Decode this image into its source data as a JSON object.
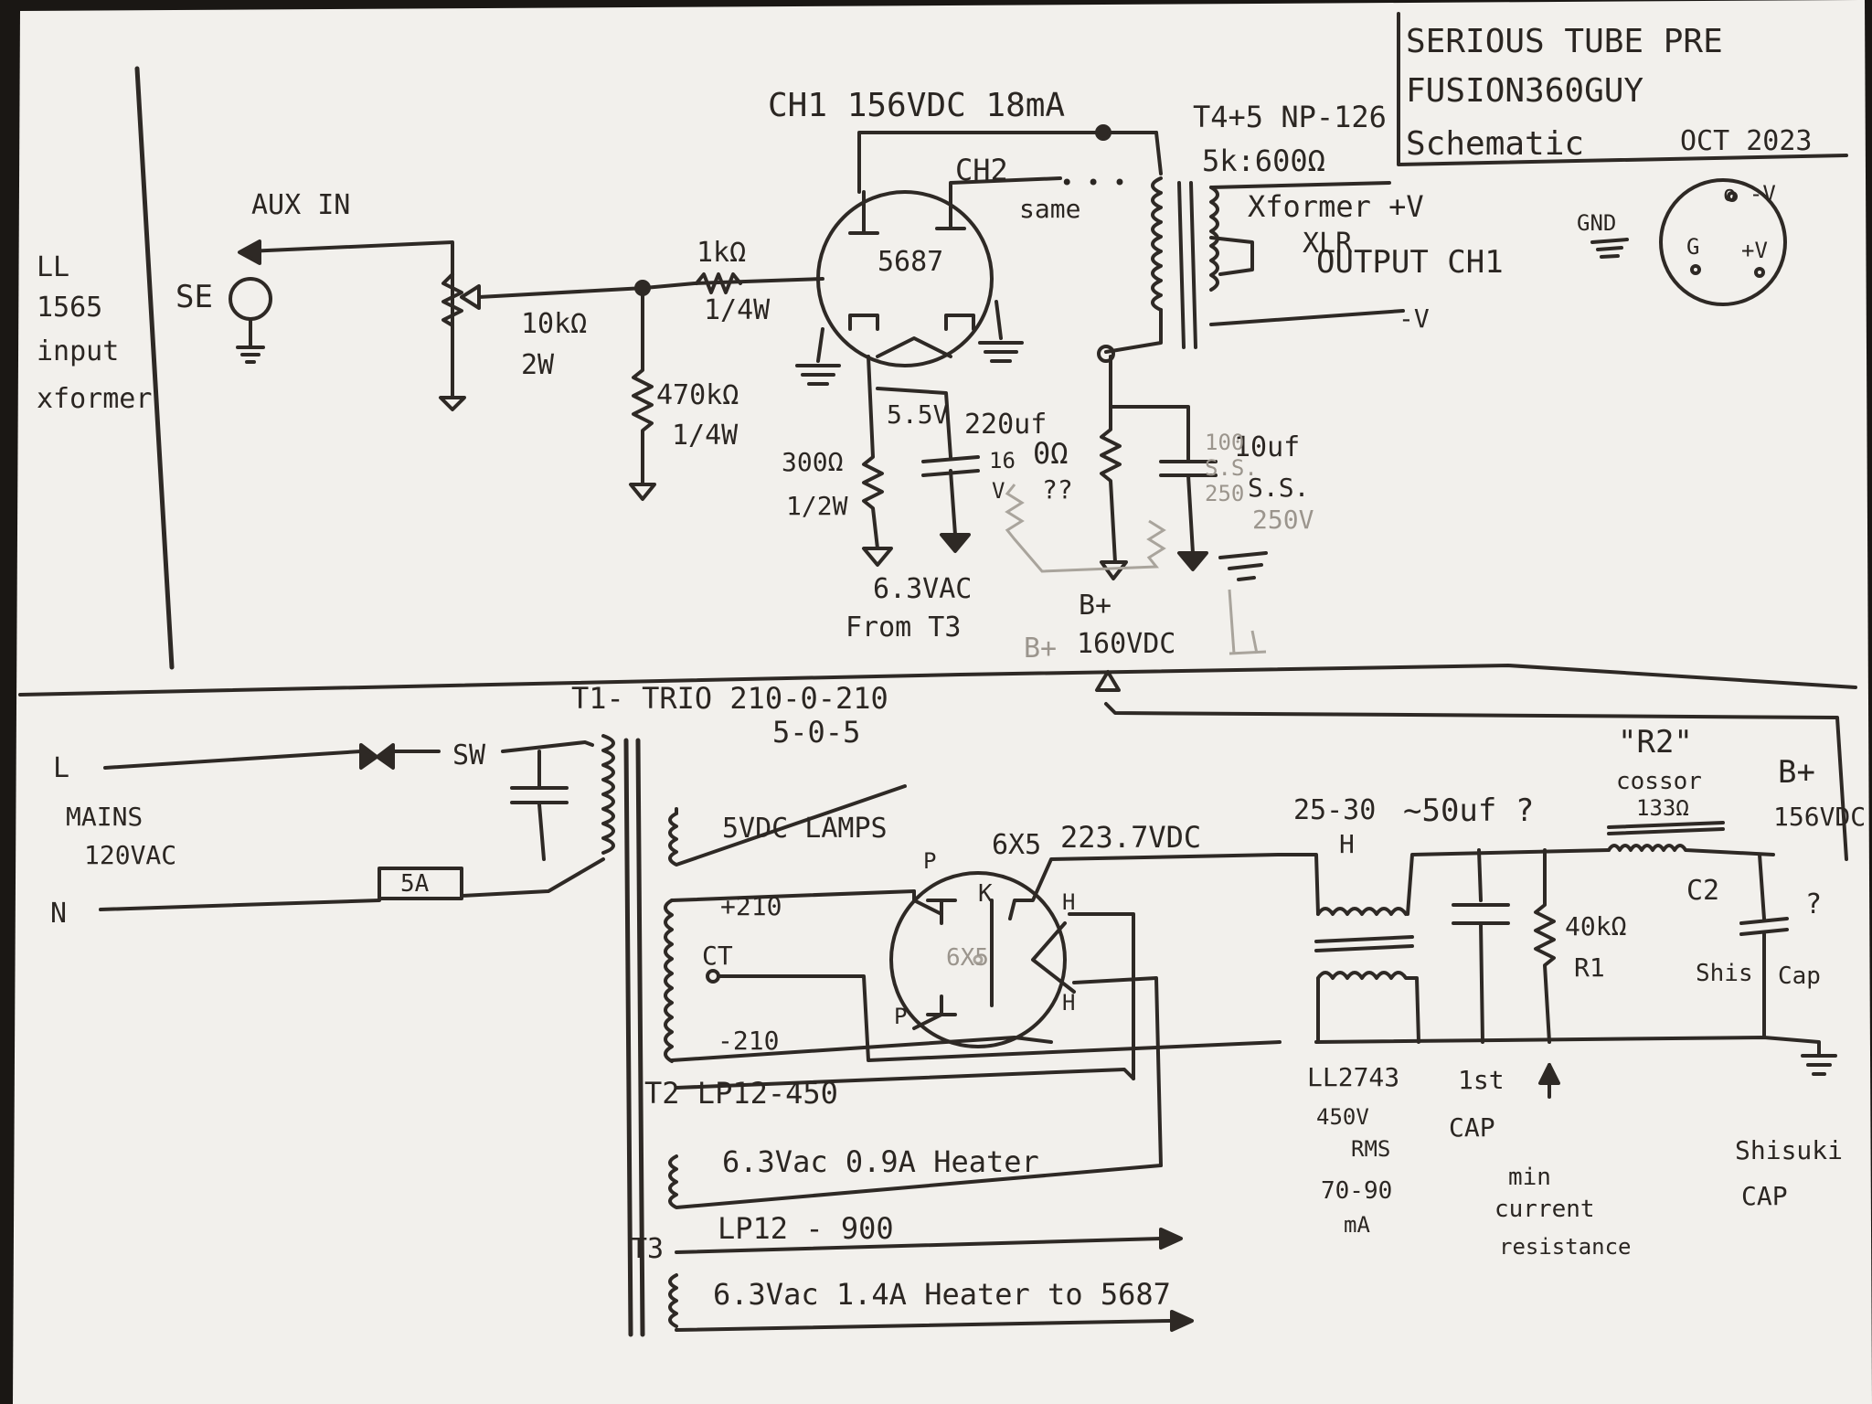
{
  "title_block": {
    "line1": "SERIOUS TUBE PRE",
    "line2": "FUSION360GUY",
    "line3": "Schematic",
    "date": "OCT 2023"
  },
  "input_section": {
    "xformer": [
      "LL",
      "1565",
      "input",
      "xformer"
    ],
    "aux_in": "AUX IN",
    "se": "SE",
    "pot": [
      "10kΩ",
      "2W"
    ],
    "r_series": [
      "1kΩ",
      "1/4W"
    ],
    "r_grid": [
      "470kΩ",
      "1/4W"
    ]
  },
  "ch1": {
    "header": "CH1 156VDC 18mA",
    "ch2": "CH2",
    "ch2_dots": "• • •",
    "same": "same",
    "tube": "5687",
    "cathode_v": "5.5V",
    "r_cathode": [
      "300Ω",
      "1/2W"
    ],
    "c_cathode": [
      "220uf",
      "16",
      "V"
    ],
    "heater": [
      "6.3VAC",
      "From T3"
    ],
    "r_plate": [
      "0Ω",
      "??"
    ],
    "c_bypass": [
      "10uf",
      "S.S."
    ],
    "c_bypass_faint": [
      "100",
      "S.S.",
      "250"
    ],
    "c_faint_v": "250V",
    "bplus": [
      "B+",
      "160VDC"
    ],
    "bplus_faint": "B+"
  },
  "output_section": {
    "transformer": [
      "T4+5 NP-126",
      "5k:600Ω"
    ],
    "xformer_v": "Xformer +V",
    "xlr": [
      "XLR",
      "OUTPUT CH1"
    ],
    "gnd": "GND",
    "neg_v": "-V",
    "pins": {
      "top": "o -V",
      "left": "G",
      "right": "+V"
    }
  },
  "power_supply": {
    "t1": [
      "T1- TRIO 210-0-210",
      "5-0-5"
    ],
    "line": "L",
    "neutral": "N",
    "mains": [
      "MAINS",
      "120VAC"
    ],
    "switch": "SW",
    "fuse": "5A",
    "lamps": "5VDC LAMPS",
    "plus210": "+210",
    "ct": "CT",
    "minus210": "-210",
    "rectifier": "6X5",
    "rectifier_faint": "6X5",
    "pin_p": "P",
    "pin_k": "K",
    "pin_h": "H",
    "rect_out": "223.7VDC",
    "t2": "T2 LP12-450",
    "t2_heater": "6.3Vac 0.9A Heater",
    "t3": "T3",
    "t3_model": "LP12 - 900",
    "t3_heater": "6.3Vac 1.4A Heater to 5687",
    "choke_range": "25-30",
    "choke_h": "H",
    "cap_value": "~50uf ?",
    "choke_model": [
      "LL2743",
      "450V",
      "RMS",
      "70-90",
      "mA"
    ],
    "first_cap": [
      "1st",
      "CAP"
    ],
    "r1": [
      "40kΩ",
      "R1"
    ],
    "min_current": [
      "min",
      "current",
      "resistance"
    ],
    "r2": [
      "\"R2\"",
      "cossor",
      "133Ω"
    ],
    "c2": "C2",
    "c2_q": "?",
    "c2_left": "Shis",
    "c2_right": "Cap",
    "bplus_out": [
      "B+",
      "156VDC"
    ],
    "shisuki": [
      "Shisuki",
      "CAP"
    ]
  }
}
